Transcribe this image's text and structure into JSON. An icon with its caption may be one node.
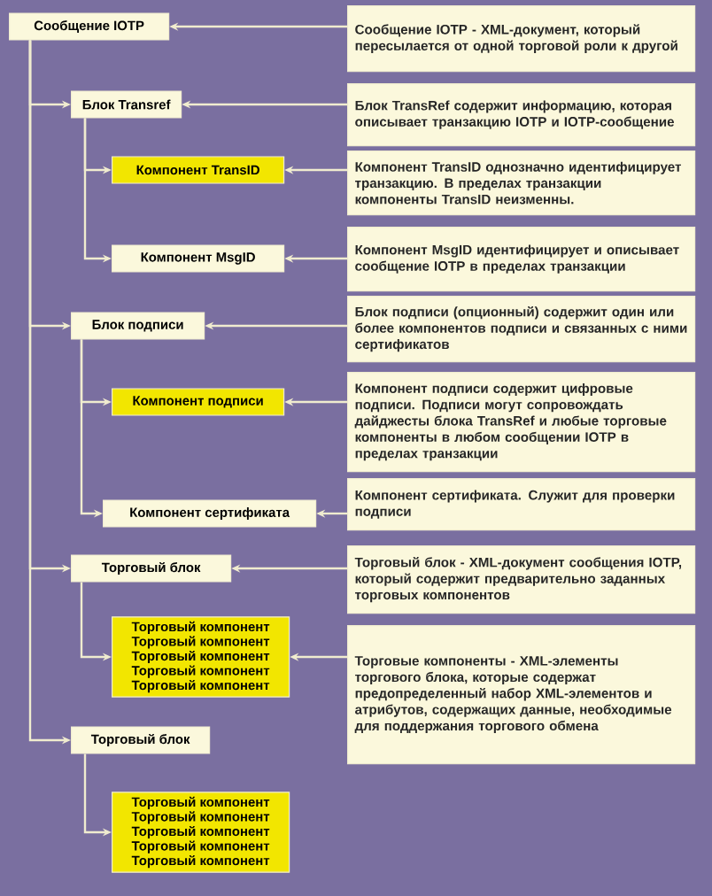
{
  "diagram": {
    "nodes": [
      {
        "text": [
          "Сообщение IOTP"
        ]
      },
      {
        "text": [
          "Блок Transref"
        ]
      },
      {
        "text": [
          "Компонент TransID"
        ]
      },
      {
        "text": [
          "Компонент MsgID"
        ]
      },
      {
        "text": [
          "Блок подписи"
        ]
      },
      {
        "text": [
          "Компонент подписи"
        ]
      },
      {
        "text": [
          "Компонент сертификата"
        ]
      },
      {
        "text": [
          "Торговый блок"
        ]
      },
      {
        "text": [
          "Торговый компонент",
          "Торговый компонент",
          "Торговый компонент",
          "Торговый компонент",
          "Торговый компонент"
        ]
      },
      {
        "text": [
          "Торговый блок"
        ]
      },
      {
        "text": [
          "Торговый компонент",
          "Торговый компонент",
          "Торговый компонент",
          "Торговый компонент",
          "Торговый компонент"
        ]
      },
      {
        "text": [
          "Сообщение IOTP - XML-документ, который пересылается от одной торговой роли к другой"
        ]
      },
      {
        "text": [
          "Блок TransRef содержит информацию, которая описывает транзакцию IOTP и IOTP-сообщение"
        ]
      },
      {
        "text": [
          "Компонент TransID однозначно идентифицирует транзакцию. В пределах транзакции компоненты TransID неизменны."
        ]
      },
      {
        "text": [
          "Компонент MsgID идентифицирует и описывает сообщение IOTP в пределах транзакции"
        ]
      },
      {
        "text": [
          "Блок подписи (опционный) содержит один или более компонентов подписи и связанных с ними сертификатов"
        ]
      },
      {
        "text": [
          "Компонент подписи содержит цифровые подписи. Подписи могут сопровождать дайджесты блока TransRef и любые торговые компоненты в любом сообщении IOTP в пределах транзакции"
        ]
      },
      {
        "text": [
          "Компонент сертификата. Служит для проверки подписи"
        ]
      },
      {
        "text": [
          "Торговый блок - XML-документ сообщения IOTP, который содержит предварительно заданных торговых компонентов"
        ]
      },
      {
        "text": [
          "Торговые компоненты - XML-элементы торгового блока, которые содержат предопределенный набор XML-элементов и атрибутов, содержащих данные, необходимые для поддержания торгового обмена"
        ]
      }
    ],
    "edges": [
      {
        "from": 0,
        "to": 1,
        "arrow": "to"
      },
      {
        "from": 0,
        "to": 4,
        "arrow": "to"
      },
      {
        "from": 0,
        "to": 7,
        "arrow": "to"
      },
      {
        "from": 0,
        "to": 9,
        "arrow": "to"
      },
      {
        "from": 1,
        "to": 2,
        "arrow": "to"
      },
      {
        "from": 1,
        "to": 3,
        "arrow": "to"
      },
      {
        "from": 4,
        "to": 5,
        "arrow": "to"
      },
      {
        "from": 4,
        "to": 6,
        "arrow": "to"
      },
      {
        "from": 7,
        "to": 8,
        "arrow": "to"
      },
      {
        "from": 9,
        "to": 10,
        "arrow": "to"
      },
      {
        "from": 11,
        "to": 0,
        "arrow": "to"
      },
      {
        "from": 12,
        "to": 1,
        "arrow": "to"
      },
      {
        "from": 13,
        "to": 2,
        "arrow": "to"
      },
      {
        "from": 14,
        "to": 3,
        "arrow": "to"
      },
      {
        "from": 15,
        "to": 4,
        "arrow": "to"
      },
      {
        "from": 16,
        "to": 5,
        "arrow": "to"
      },
      {
        "from": 17,
        "to": 6,
        "arrow": "to"
      },
      {
        "from": 18,
        "to": 7,
        "arrow": "to"
      },
      {
        "from": 19,
        "to": 8,
        "arrow": "to"
      }
    ]
  }
}
